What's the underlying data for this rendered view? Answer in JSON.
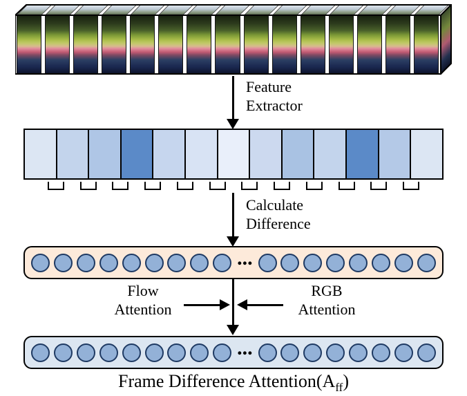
{
  "diagram": {
    "video_frames": {
      "count": 15,
      "description": "stacked input video frames"
    },
    "feature_extractor_label": {
      "line1": "Feature",
      "line2": "Extractor"
    },
    "feature_bar": {
      "segment_colors": [
        "#dce6f3",
        "#c3d4ec",
        "#afc6e6",
        "#5b8ac8",
        "#c6d6ee",
        "#d8e3f4",
        "#e9effa",
        "#ccd9ef",
        "#a9c2e3",
        "#c3d4ec",
        "#5b8ac8",
        "#b4c9e7",
        "#dce6f3"
      ]
    },
    "difference_brackets": {
      "count": 12
    },
    "calculate_difference_label": {
      "line1": "Calculate",
      "line2": "Difference"
    },
    "frame_difference_bar": {
      "fill": "#fdeada",
      "left_circle_count": 9,
      "right_circle_count": 8,
      "ellipsis": "..."
    },
    "flow_attention_label": {
      "line1": "Flow",
      "line2": "Attention"
    },
    "rgb_attention_label": {
      "line1": "RGB",
      "line2": "Attention"
    },
    "attention_output_bar": {
      "fill": "#dce6f1",
      "left_circle_count": 9,
      "right_circle_count": 8,
      "ellipsis": "..."
    },
    "caption": {
      "prefix": "Frame Difference Attention(A",
      "subscript": "ff",
      "suffix": ")"
    },
    "style": {
      "circle_fill": "#93b1d7",
      "circle_border": "#1f3a63"
    }
  }
}
